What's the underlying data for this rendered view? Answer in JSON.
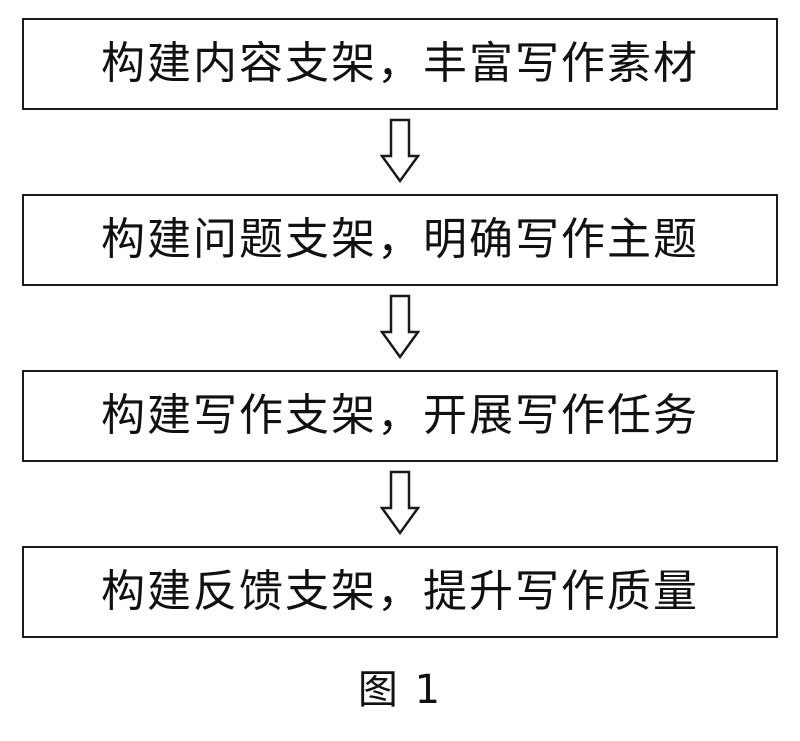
{
  "steps": [
    {
      "label": "构建内容支架，丰富写作素材"
    },
    {
      "label": "构建问题支架，明确写作主题"
    },
    {
      "label": "构建写作支架，开展写作任务"
    },
    {
      "label": "构建反馈支架，提升写作质量"
    }
  ],
  "arrow_icon": "down-arrow-icon",
  "caption": "图 1"
}
